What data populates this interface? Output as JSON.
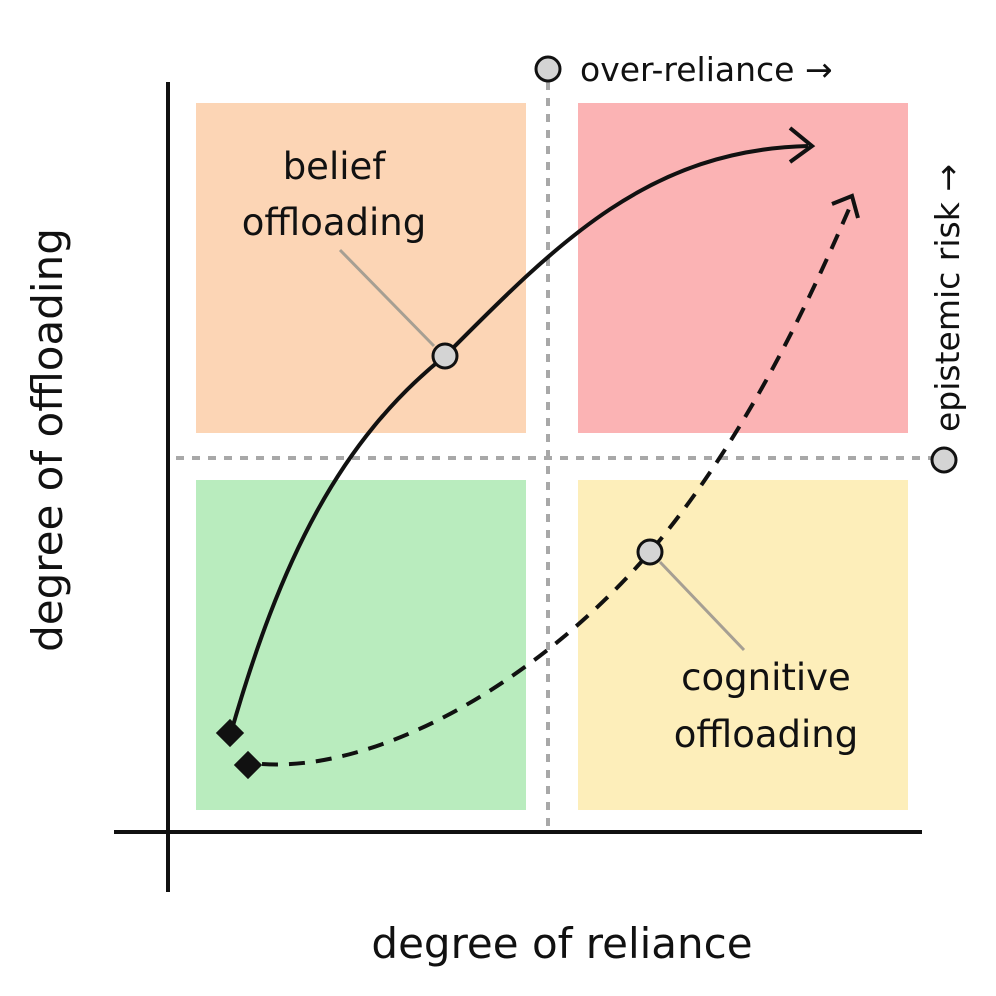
{
  "labels": {
    "x_axis": "degree of reliance",
    "y_axis": "degree of offloading",
    "threshold_x": "over-reliance →",
    "threshold_y": "epistemic risk →",
    "belief_line1": "belief",
    "belief_line2": "offloading",
    "cognitive_line1": "cognitive",
    "cognitive_line2": "offloading"
  },
  "colors": {
    "top_left": "#fcd5b5",
    "top_right": "#fbb3b4",
    "bottom_left": "#b9ecbe",
    "bottom_right": "#fdeeba",
    "axis": "#111111",
    "threshold": "#a8a8a8",
    "marker_fill": "#d4d4d4",
    "leader": "#a69f93"
  },
  "curves": {
    "belief": {
      "style": "solid",
      "start_marker": "diamond",
      "end_marker": "arrow"
    },
    "cognitive": {
      "style": "dashed",
      "start_marker": "diamond",
      "end_marker": "arrow"
    }
  }
}
